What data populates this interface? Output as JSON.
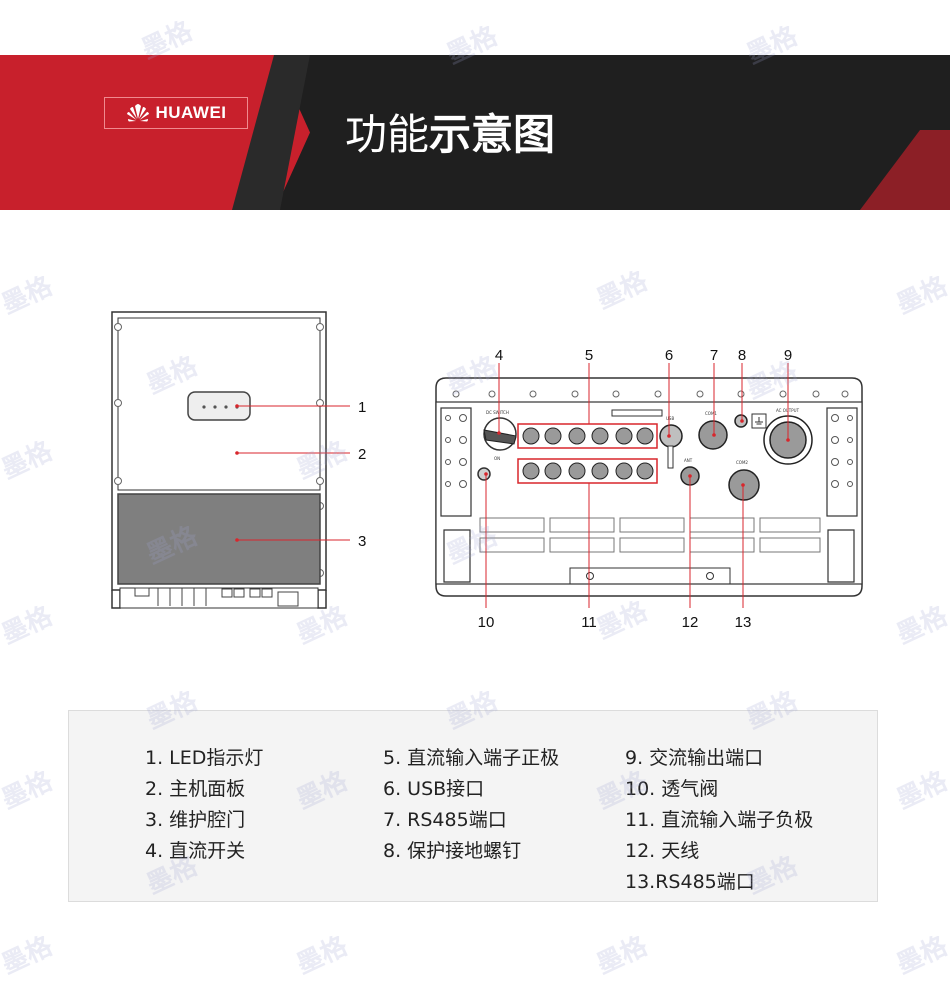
{
  "header": {
    "brand": "HUAWEI",
    "title_part1": "功能",
    "title_part2": "示意图"
  },
  "callouts": {
    "front": [
      "1",
      "2",
      "3"
    ],
    "bottom_top": [
      "4",
      "5",
      "6",
      "7",
      "8",
      "9"
    ],
    "bottom_bottom": [
      "10",
      "11",
      "12",
      "13"
    ]
  },
  "device_labels": {
    "dc_switch": "DC SWITCH",
    "on": "ON",
    "usb": "USB",
    "com1": "COM1",
    "com2": "COM2",
    "ant": "ANT",
    "ac_output": "AC OUTPUT"
  },
  "legend": {
    "col1": [
      "1. LED指示灯",
      "2. 主机面板",
      "3. 维护腔门",
      "4. 直流开关"
    ],
    "col2": [
      "5. 直流输入端子正极",
      "6. USB接口",
      "7. RS485端口",
      "8. 保护接地螺钉"
    ],
    "col3": [
      "9. 交流输出端口",
      "10. 透气阀",
      "11. 直流输入端子负极",
      "12. 天线",
      "13.RS485端口"
    ]
  },
  "watermark": "墨格",
  "colors": {
    "brand_red": "#c8202c",
    "banner_dark": "#1f1f1f",
    "callout_red": "#d8262c"
  }
}
